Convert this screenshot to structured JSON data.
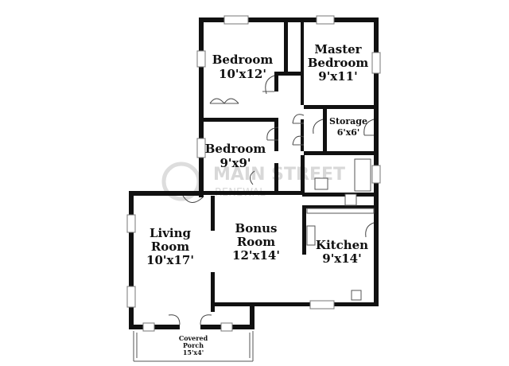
{
  "rooms": {
    "bedroom_1": {
      "name": "Bedroom",
      "size": "10'x12'"
    },
    "master_bedroom": {
      "name_line1": "Master",
      "name_line2": "Bedroom",
      "size": "9'x11'"
    },
    "storage": {
      "name": "Storage",
      "size": "6'x6'"
    },
    "bedroom_2": {
      "name": "Bedroom",
      "size": "9'x9'"
    },
    "living_room": {
      "name_line1": "Living",
      "name_line2": "Room",
      "size": "10'x17'"
    },
    "bonus_room": {
      "name_line1": "Bonus",
      "name_line2": "Room",
      "size": "12'x14'"
    },
    "kitchen": {
      "name": "Kitchen",
      "size": "9'x14'"
    },
    "covered_porch": {
      "name_line1": "Covered",
      "name_line2": "Porch",
      "size": "15'x4'"
    }
  },
  "watermark": {
    "line1": "MAIN STREET",
    "line2": "RENEWAL"
  },
  "colors": {
    "wall": "#111111",
    "label": "#111111",
    "watermark": "#d8d8d8"
  },
  "icons": {
    "watermark_logo": "circle-logo-icon"
  }
}
